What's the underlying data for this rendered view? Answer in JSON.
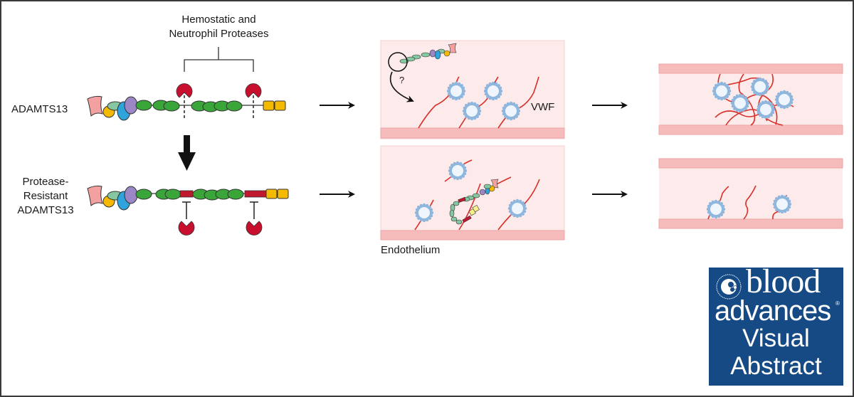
{
  "labels": {
    "proteases_title_line1": "Hemostatic and",
    "proteases_title_line2": "Neutrophil Proteases",
    "adamts13": "ADAMTS13",
    "resistant_line1": "Protease-",
    "resistant_line2": "Resistant",
    "resistant_line3": "ADAMTS13",
    "question_mark": "?",
    "vwf": "VWF",
    "endothelium": "Endothelium"
  },
  "logo": {
    "line1": "blood",
    "line2": "advances",
    "line3": "Visual",
    "line4": "Abstract",
    "registered": "®"
  },
  "colors": {
    "protease": "#c8102e",
    "green_domain": "#3aa63a",
    "yellow_domain": "#f5b900",
    "pink_domain": "#f2a0a0",
    "blue_domain": "#2ea3dc",
    "purple_domain": "#9b87c6",
    "mint_domain": "#86c6a0",
    "vessel_fill": "#fdeaea",
    "vessel_wall": "#f6bcbc",
    "vwf_strand": "#d9302a",
    "platelet": "#8fb6dc",
    "logo_bg": "#164a85"
  }
}
